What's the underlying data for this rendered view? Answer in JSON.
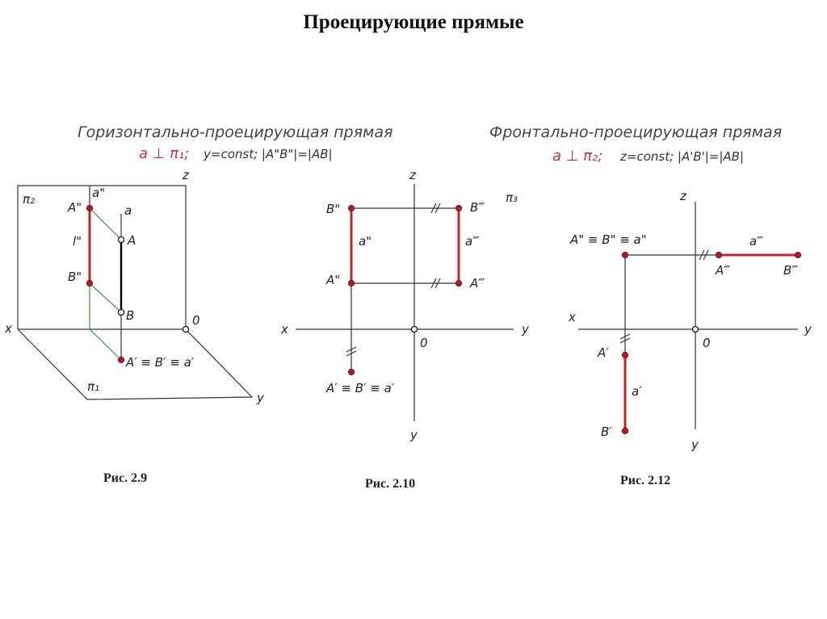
{
  "title": "Проецирующие прямые",
  "left_header": {
    "title": "Горизонтально-проецирующая прямая",
    "condition_red": "a ⊥ π₁;",
    "condition_black": "y=const;  |A\"B\"|=|AB|"
  },
  "right_header": {
    "title": "Фронтально-проецирующая прямая",
    "condition_red": "a ⊥ π₂;",
    "condition_black": "z=const;  |A'B'|=|AB|"
  },
  "fig_2_9": {
    "caption": "Рис. 2.9",
    "labels": {
      "pi2": "π₂",
      "pi1": "π₁",
      "z": "z",
      "x": "x",
      "y": "y",
      "o": "0",
      "a2": "a\"",
      "a": "a",
      "A2": "A\"",
      "A": "A",
      "l2": "l\"",
      "B2": "B\"",
      "B": "B",
      "A1": "A′ ≡ B′ ≡ a′"
    }
  },
  "fig_2_10": {
    "caption": "Рис. 2.10",
    "labels": {
      "z": "z",
      "x": "x",
      "y_right": "y",
      "y_bottom": "y",
      "o": "0",
      "B2": "B\"",
      "A2": "A\"",
      "a2": "a\"",
      "B3": "B‴",
      "A3": "A‴",
      "a3": "a‴",
      "pi3": "π₃",
      "A1": "A′ ≡ B′ ≡ a′"
    }
  },
  "fig_2_12": {
    "caption": "Рис. 2.12",
    "labels": {
      "z": "z",
      "x": "x",
      "y_right": "y",
      "y_bottom": "y",
      "o": "0",
      "AB2": "A\" ≡ B\" ≡ a\"",
      "a3": "a‴",
      "A3": "A‴",
      "B3": "B‴",
      "A1": "A′",
      "a1": "a′",
      "B1": "B′"
    }
  }
}
